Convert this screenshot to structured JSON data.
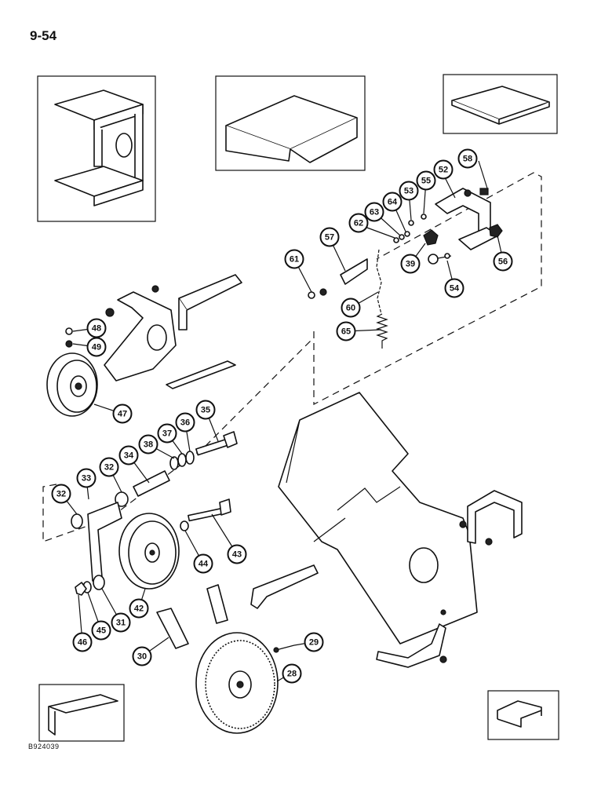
{
  "page": {
    "number": "9-54",
    "figure_code": "B924039"
  },
  "callouts": [
    {
      "id": "28"
    },
    {
      "id": "29"
    },
    {
      "id": "30"
    },
    {
      "id": "31"
    },
    {
      "id": "32a"
    },
    {
      "id": "32b"
    },
    {
      "id": "33"
    },
    {
      "id": "34"
    },
    {
      "id": "35"
    },
    {
      "id": "36"
    },
    {
      "id": "37"
    },
    {
      "id": "38"
    },
    {
      "id": "39"
    },
    {
      "id": "42"
    },
    {
      "id": "43"
    },
    {
      "id": "44"
    },
    {
      "id": "45"
    },
    {
      "id": "46"
    },
    {
      "id": "47"
    },
    {
      "id": "48"
    },
    {
      "id": "49"
    },
    {
      "id": "52"
    },
    {
      "id": "53"
    },
    {
      "id": "54"
    },
    {
      "id": "55"
    },
    {
      "id": "56"
    },
    {
      "id": "57"
    },
    {
      "id": "58"
    },
    {
      "id": "60"
    },
    {
      "id": "61"
    },
    {
      "id": "62"
    },
    {
      "id": "63"
    },
    {
      "id": "64"
    },
    {
      "id": "65"
    }
  ],
  "labels": {
    "28": "28",
    "29": "29",
    "30": "30",
    "31": "31",
    "32a": "32",
    "32b": "32",
    "33": "33",
    "34": "34",
    "35": "35",
    "36": "36",
    "37": "37",
    "38": "38",
    "39": "39",
    "42": "42",
    "43": "43",
    "44": "44",
    "45": "45",
    "46": "46",
    "47": "47",
    "48": "48",
    "49": "49",
    "52": "52",
    "53": "53",
    "54": "54",
    "55": "55",
    "56": "56",
    "57": "57",
    "58": "58",
    "60": "60",
    "61": "61",
    "62": "62",
    "63": "63",
    "64": "64",
    "65": "65"
  }
}
